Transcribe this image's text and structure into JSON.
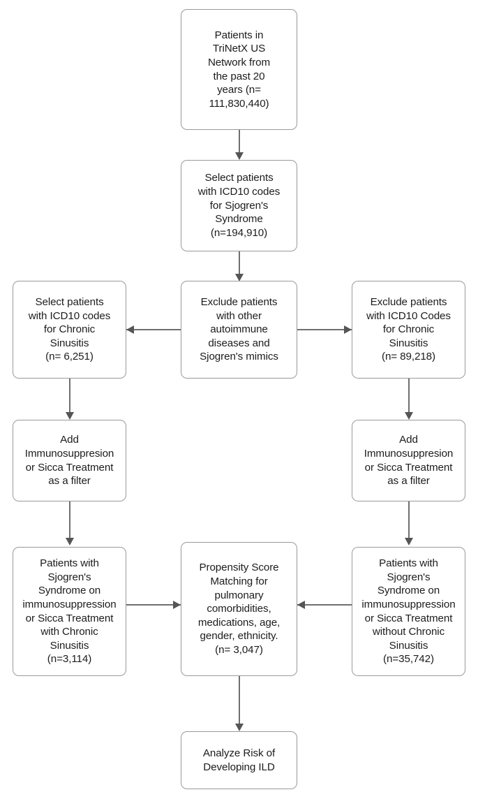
{
  "diagram": {
    "type": "flowchart",
    "title": "",
    "nodes": [
      {
        "id": "cohort-source",
        "text": "Patients in\nTriNetX US\nNetwork from\nthe past 20\nyears (n=\n111,830,440)"
      },
      {
        "id": "select-sjogrens",
        "text": "Select patients\nwith ICD10 codes\nfor Sjogren's\nSyndrome\n(n=194,910)"
      },
      {
        "id": "select-chronic-sinusitis",
        "text": "Select patients\nwith ICD10 codes\nfor Chronic\nSinusitis\n(n= 6,251)"
      },
      {
        "id": "exclude-autoimmune",
        "text": "Exclude patients\nwith other\nautoimmune\ndiseases and\nSjogren's mimics"
      },
      {
        "id": "exclude-chronic-sinusitis",
        "text": "Exclude patients\nwith ICD10 Codes\nfor Chronic\nSinusitis\n(n= 89,218)"
      },
      {
        "id": "add-filter-left",
        "text": "Add\nImmunosuppresion\nor Sicca Treatment\nas a filter"
      },
      {
        "id": "add-filter-right",
        "text": "Add\nImmunosuppresion\nor Sicca Treatment\nas a filter"
      },
      {
        "id": "cohort-with-sinusitis",
        "text": "Patients with\nSjogren's\nSyndrome on\nimmunosuppression\nor Sicca Treatment\nwith Chronic\nSinusitis\n(n=3,114)"
      },
      {
        "id": "propensity-score-matching",
        "text": "Propensity Score\nMatching for\npulmonary\ncomorbidities,\nmedications, age,\ngender, ethnicity.\n(n= 3,047)"
      },
      {
        "id": "cohort-without-sinusitis",
        "text": "Patients with\nSjogren's\nSyndrome on\nimmunosuppression\nor Sicca Treatment\nwithout Chronic\nSinusitis\n(n=35,742)"
      },
      {
        "id": "analyze-outcome",
        "text": "Analyze Risk of\nDeveloping ILD"
      }
    ],
    "colors": {
      "node_border": "#9a9a9a",
      "node_fill": "#ffffff",
      "text": "#1c1c1c",
      "connector": "#6f6f6f",
      "arrowhead": "#555555"
    }
  }
}
